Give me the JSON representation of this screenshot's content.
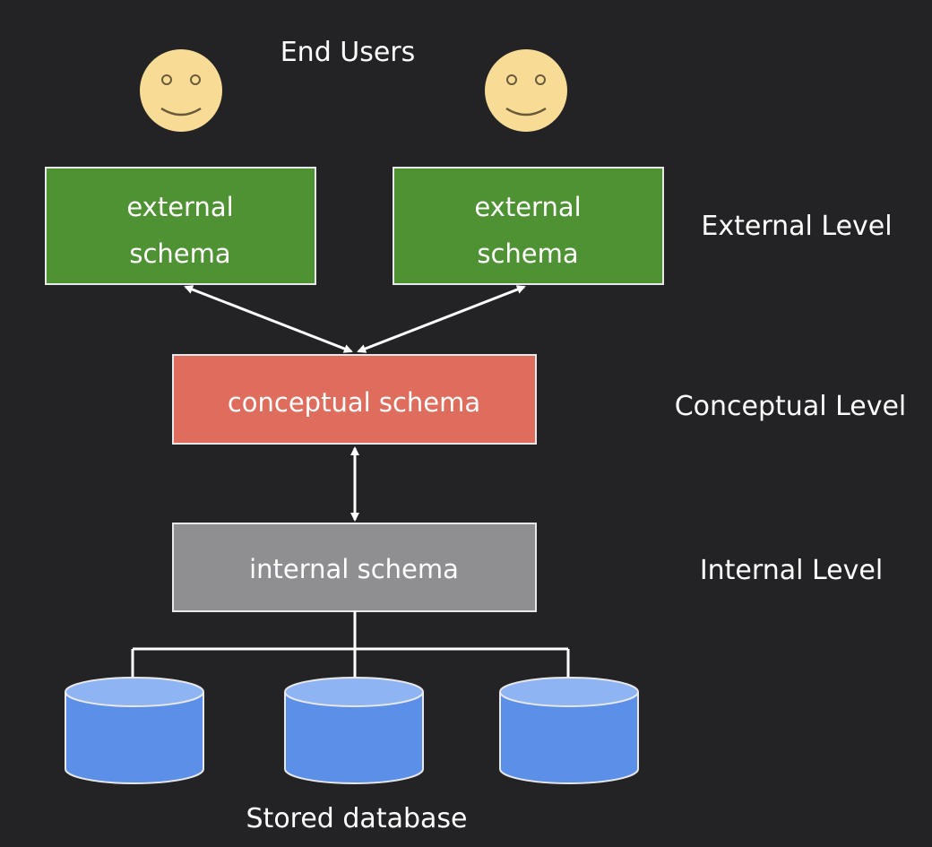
{
  "title": "End Users",
  "users": [
    {
      "icon": "smiley-face-icon"
    },
    {
      "icon": "smiley-face-icon"
    }
  ],
  "external_schemas": [
    {
      "line1": "external",
      "line2": "schema"
    },
    {
      "line1": "external",
      "line2": "schema"
    }
  ],
  "conceptual_schema": "conceptual schema",
  "internal_schema": "internal schema",
  "levels": {
    "external": "External Level",
    "conceptual": "Conceptual Level",
    "internal": "Internal Level"
  },
  "storage_label": "Stored database",
  "colors": {
    "background": "#232225",
    "face": "#f8dc96",
    "external_box": "#4f9234",
    "conceptual_box": "#de6d5d",
    "internal_box": "#8f8e90",
    "database": "#5b8fe8",
    "database_top": "#8fb4f4",
    "line": "#ffffff"
  }
}
